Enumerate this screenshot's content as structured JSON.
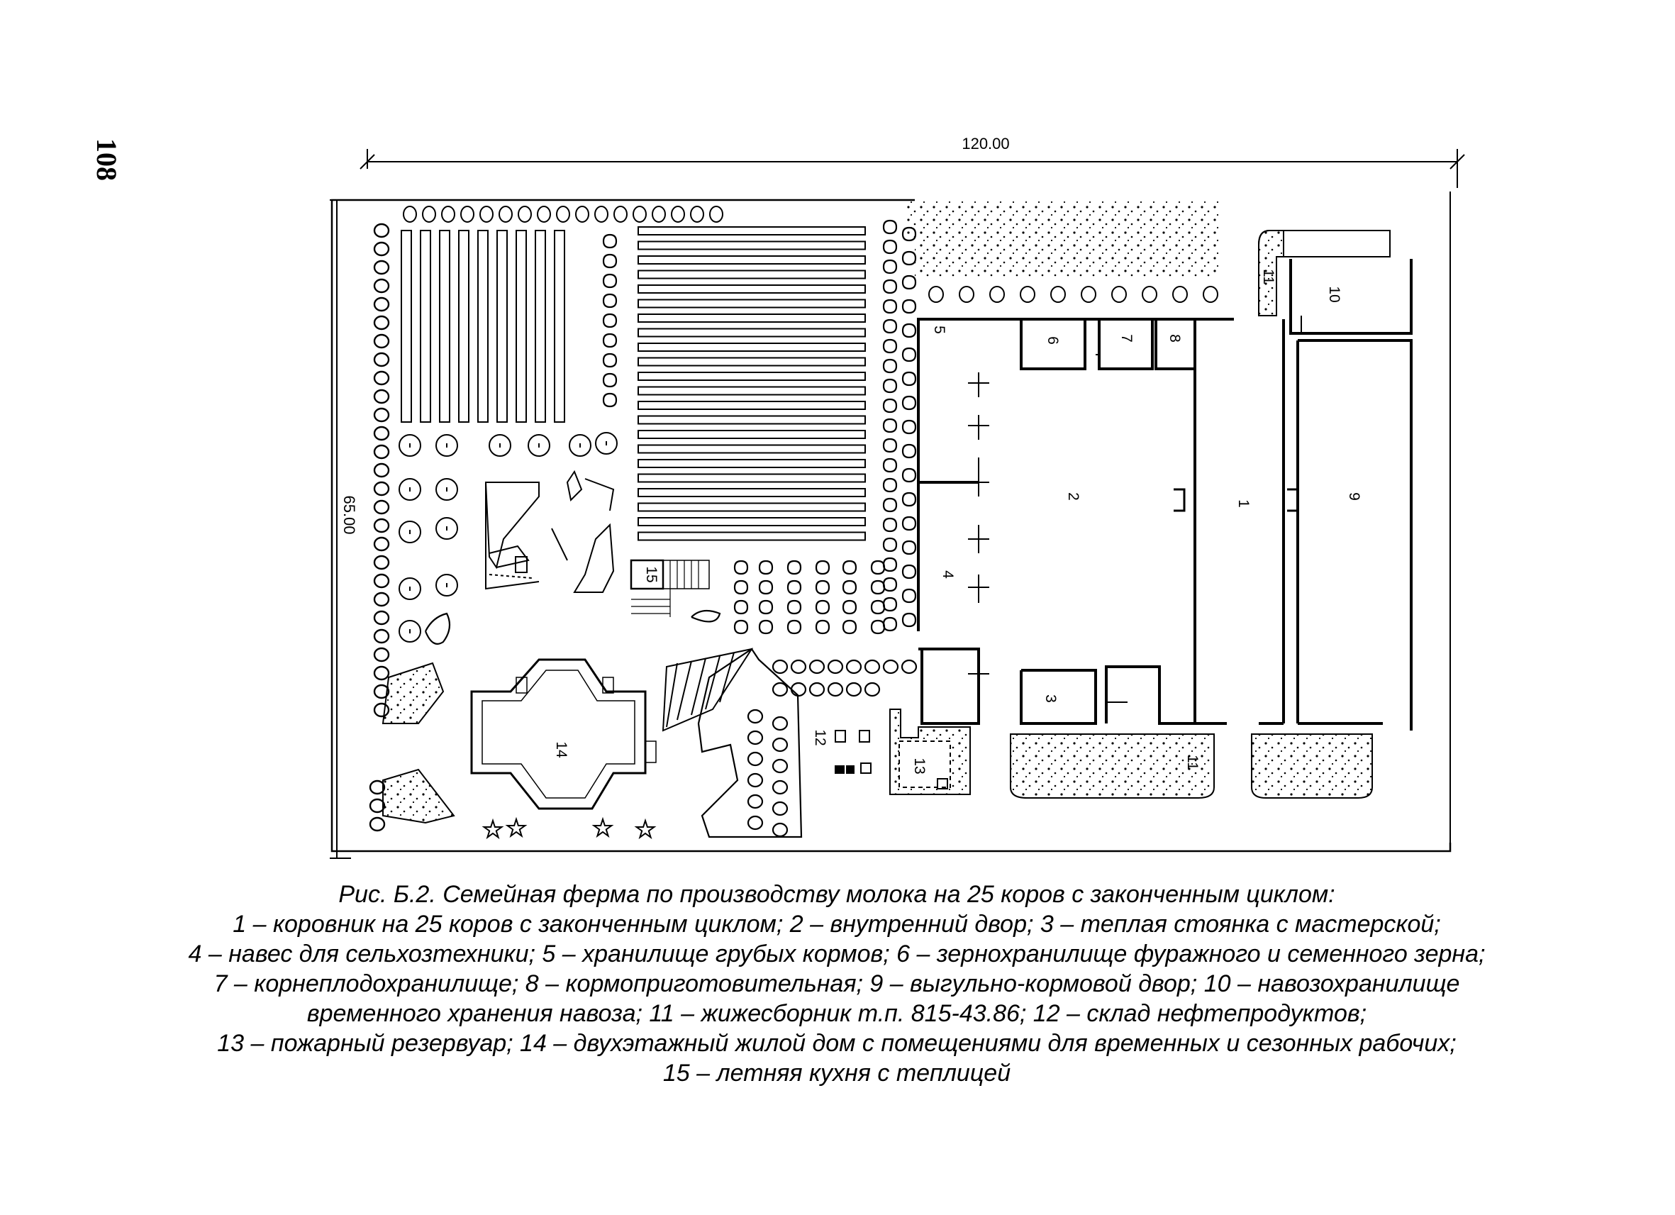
{
  "page_number": "108",
  "dimensions": {
    "width": "120.00",
    "height": "65.00"
  },
  "zones": {
    "z1": "1",
    "z2": "2",
    "z3": "3",
    "z4": "4",
    "z5": "5",
    "z6": "6",
    "z7": "7",
    "z8": "8",
    "z9": "9",
    "z10": "10",
    "z11a": "11",
    "z11b": "11",
    "z12": "12",
    "z13": "13",
    "z14": "14",
    "z15": "15"
  },
  "caption": {
    "line1": "Рис. Б.2. Семейная ферма по производству молока на 25 коров с законченным циклом:",
    "line2": "1 – коровник на 25 коров с законченным циклом; 2 – внутренний двор; 3 – теплая стоянка с мастерской;",
    "line3": "4 – навес для сельхозтехники; 5 – хранилище грубых кормов; 6 – зернохранилище фуражного и семенного зерна;",
    "line4": "7 – корнеплодохранилище; 8 – кормоприготовительная; 9 – выгульно-кормовой двор; 10 – навозохранилище",
    "line5": "временного хранения навоза; 11 – жижесборник т.п. 815-43.86; 12 – склад нефтепродуктов;",
    "line6": "13 – пожарный резервуар; 14 – двухэтажный жилой дом с помещениями для временных и сезонных рабочих;",
    "line7": "15 – летняя кухня с теплицей"
  }
}
